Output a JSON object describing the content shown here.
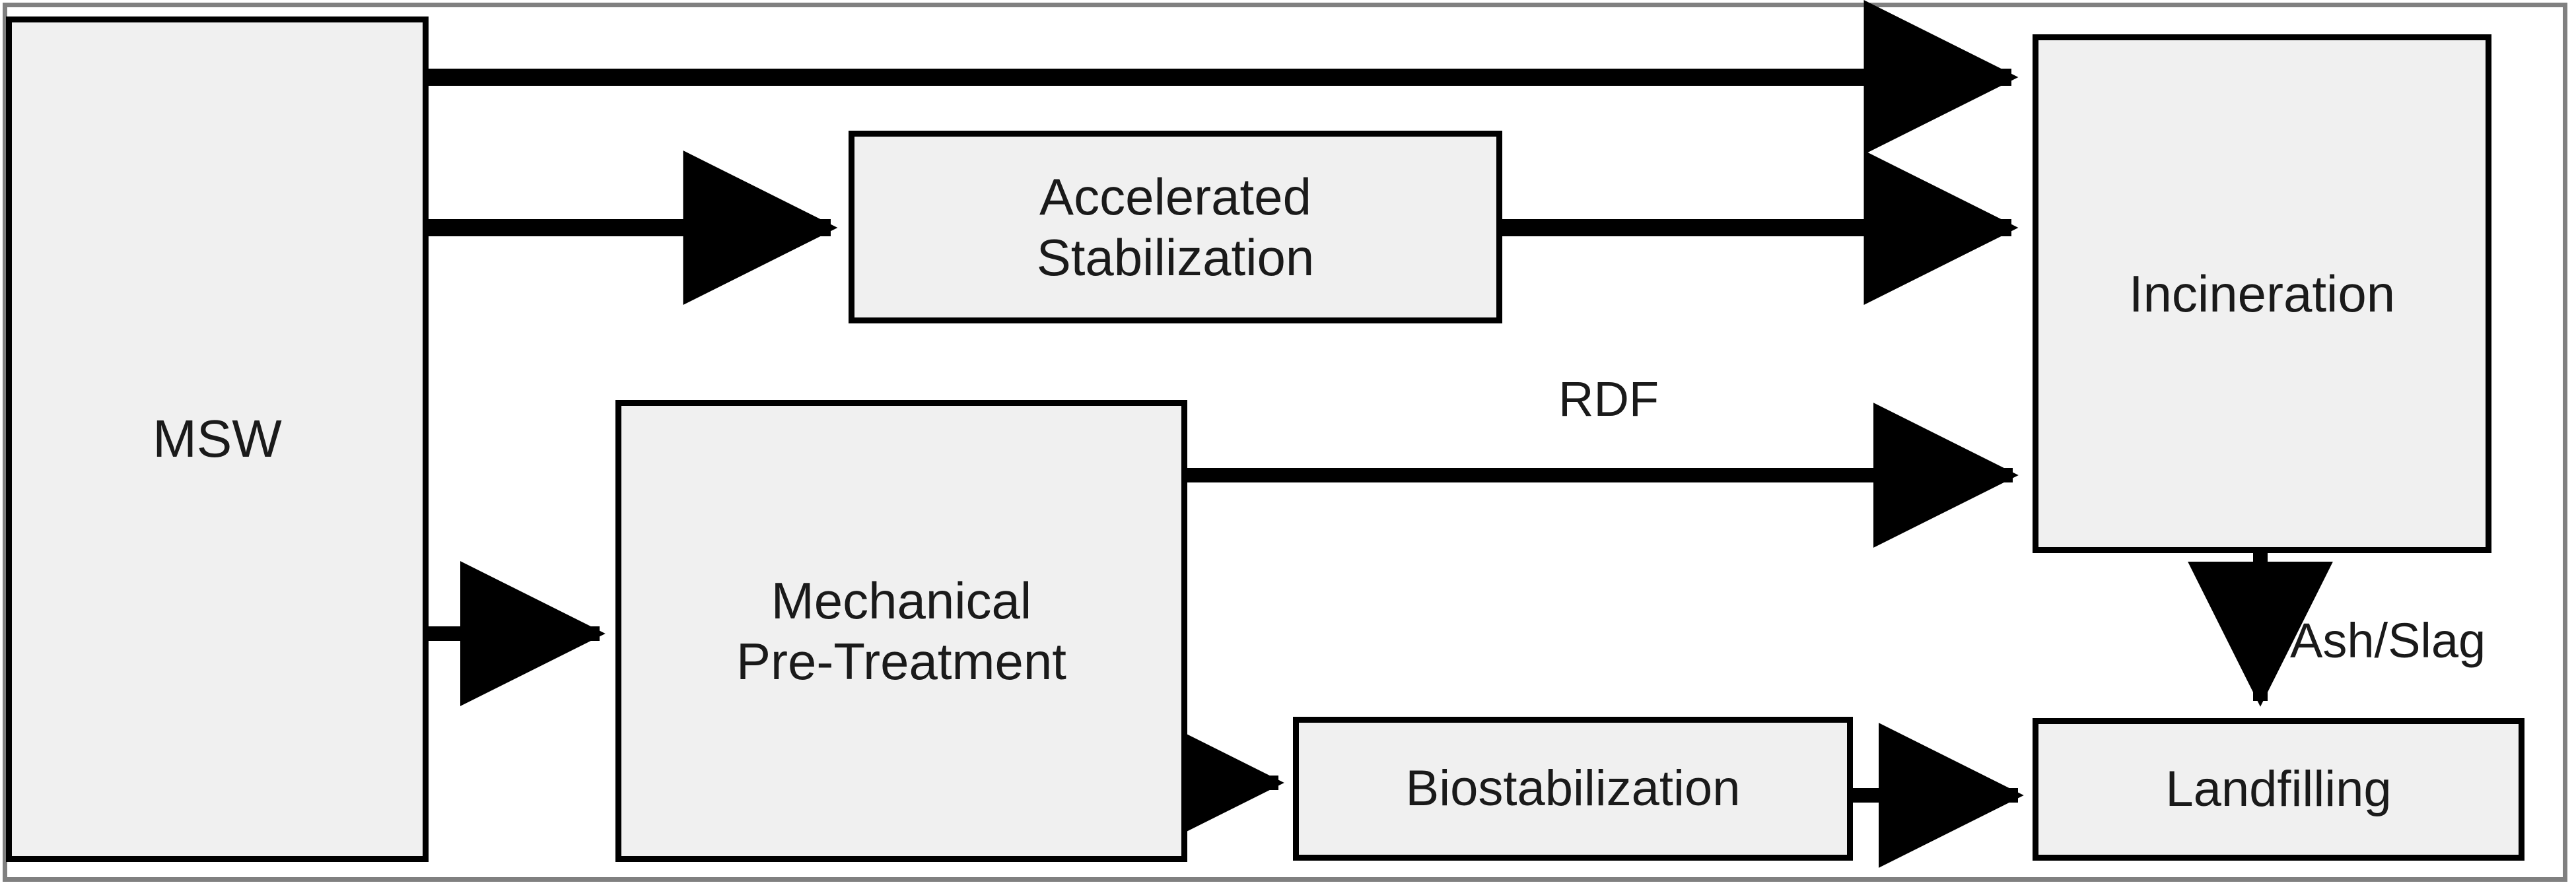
{
  "diagram": {
    "title": "MSW treatment pathways flow diagram",
    "background_color": "#ffffff",
    "node_fill_color": "#f0f0f0",
    "node_border_color": "#000000",
    "connector_color": "#000000",
    "frame_color": "#808080",
    "nodes": [
      {
        "id": "msw",
        "label": "MSW"
      },
      {
        "id": "accstab",
        "label": "Accelerated\nStabilization"
      },
      {
        "id": "mpt",
        "label": "Mechanical\nPre-Treatment"
      },
      {
        "id": "biostab",
        "label": "Biostabilization"
      },
      {
        "id": "incineration",
        "label": "Incineration"
      },
      {
        "id": "landfilling",
        "label": "Landfilling"
      }
    ],
    "edges": [
      {
        "id": "msw-to-incineration",
        "from": "msw",
        "to": "incineration",
        "label": ""
      },
      {
        "id": "msw-to-accstab",
        "from": "msw",
        "to": "accstab",
        "label": ""
      },
      {
        "id": "msw-to-mpt",
        "from": "msw",
        "to": "mpt",
        "label": ""
      },
      {
        "id": "accstab-to-incineration",
        "from": "accstab",
        "to": "incineration",
        "label": ""
      },
      {
        "id": "mpt-to-incineration",
        "from": "mpt",
        "to": "incineration",
        "label": "RDF"
      },
      {
        "id": "mpt-to-biostab",
        "from": "mpt",
        "to": "biostab",
        "label": ""
      },
      {
        "id": "biostab-to-landfilling",
        "from": "biostab",
        "to": "landfilling",
        "label": ""
      },
      {
        "id": "incineration-to-landfilling",
        "from": "incineration",
        "to": "landfilling",
        "label": "Ash/Slag"
      }
    ],
    "edge_labels": {
      "rdf": "RDF",
      "ash_slag": "Ash/Slag"
    }
  }
}
